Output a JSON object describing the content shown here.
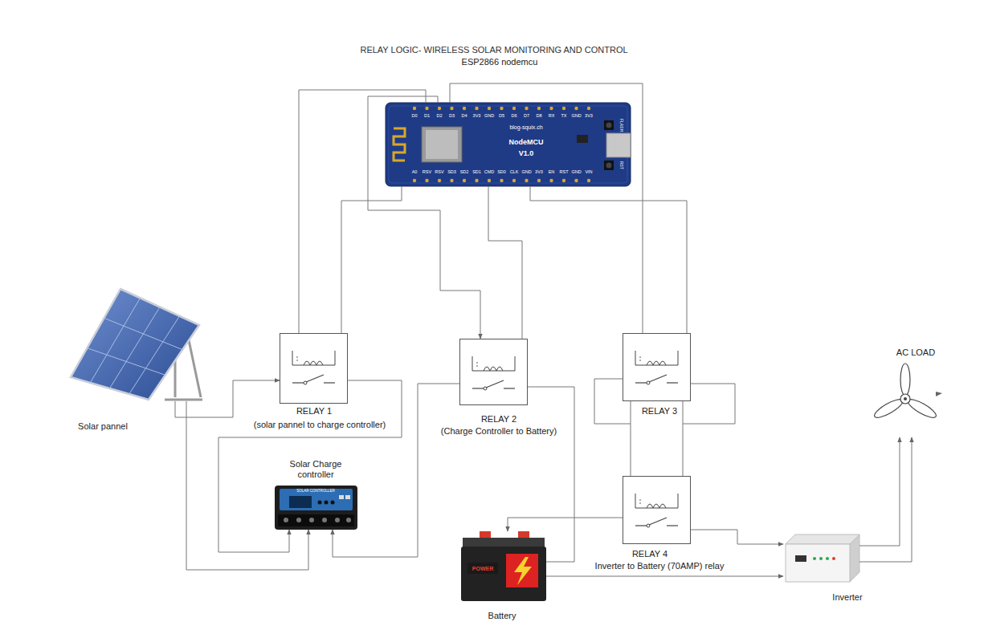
{
  "diagram": {
    "title": "RELAY LOGIC- WIRELESS SOLAR MONITORING AND CONTROL",
    "nodes": [
      {
        "text": [
          "ESP2866 nodemcu"
        ]
      },
      {
        "text": [
          "Solar pannel"
        ]
      },
      {
        "text": [
          "RELAY 1",
          "(solar pannel to charge controller)"
        ]
      },
      {
        "text": [
          "RELAY 2",
          "(Charge Controller to Battery)"
        ]
      },
      {
        "text": [
          "RELAY 3"
        ]
      },
      {
        "text": [
          "AC LOAD"
        ]
      },
      {
        "text": [
          "Solar Charge controller"
        ]
      },
      {
        "text": [
          "RELAY 4",
          "Inverter to Battery (70AMP) relay"
        ]
      },
      {
        "text": [
          "Battery"
        ]
      },
      {
        "text": [
          "Inverter"
        ]
      }
    ],
    "edges": [
      {
        "from": 0,
        "to": 2,
        "arrow": "none"
      },
      {
        "from": 0,
        "to": 2,
        "arrow": "none"
      },
      {
        "from": 0,
        "to": 3,
        "arrow": "to"
      },
      {
        "from": 0,
        "to": 3,
        "arrow": "none"
      },
      {
        "from": 0,
        "to": 4,
        "arrow": "none"
      },
      {
        "from": 0,
        "to": 4,
        "arrow": "none"
      },
      {
        "from": 4,
        "to": 7,
        "arrow": "none"
      },
      {
        "from": 4,
        "to": 7,
        "arrow": "none"
      },
      {
        "from": 1,
        "to": 2,
        "arrow": "to"
      },
      {
        "from": 2,
        "to": 6,
        "arrow": "to"
      },
      {
        "from": 1,
        "to": 6,
        "arrow": "to"
      },
      {
        "from": 3,
        "to": 6,
        "arrow": "to"
      },
      {
        "from": 3,
        "to": 8,
        "arrow": "none"
      },
      {
        "from": 7,
        "to": 8,
        "arrow": "to"
      },
      {
        "from": 7,
        "to": 9,
        "arrow": "to"
      },
      {
        "from": 8,
        "to": 9,
        "arrow": "to"
      },
      {
        "from": 9,
        "to": 5,
        "arrow": "to"
      },
      {
        "from": 9,
        "to": 5,
        "arrow": "to"
      }
    ],
    "labels": [
      "blog-squix.ch",
      "NodeMCU",
      "V1.0",
      "FLASH",
      "RST",
      "D0",
      "D1",
      "D2",
      "D3",
      "D4",
      "3V3",
      "GND",
      "D5",
      "D6",
      "D7",
      "D8",
      "RX",
      "TX",
      "GND",
      "3V3",
      "A0",
      "RSV",
      "RSV",
      "SD3",
      "SD2",
      "SD1",
      "CMD",
      "SD0",
      "CLK",
      "GND",
      "3V3",
      "EN",
      "RST",
      "GND",
      "VIN",
      "POWER",
      "SOLAR CONTROLLER"
    ]
  }
}
